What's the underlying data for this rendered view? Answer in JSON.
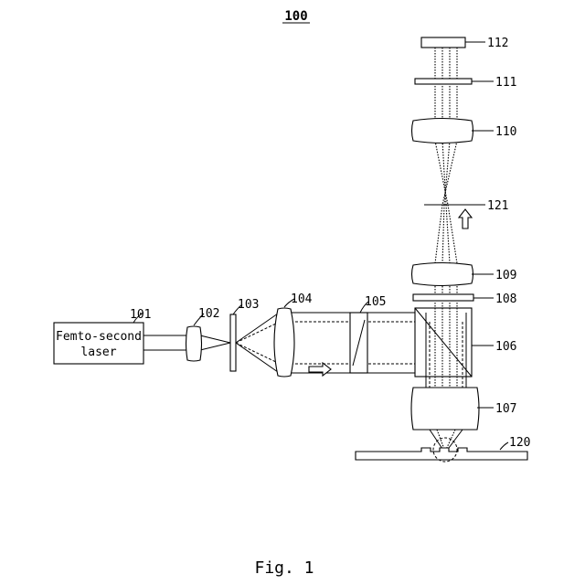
{
  "diagram": {
    "title": "100",
    "caption": "Fig. 1",
    "laser_text": [
      "Femto-second",
      "laser"
    ],
    "labels": {
      "laser": "101",
      "lens_102": "102",
      "pinhole_103": "103",
      "lens_104": "104",
      "polarizer_105": "105",
      "beam_splitter_106": "106",
      "objective_107": "107",
      "plate_108": "108",
      "lens_109": "109",
      "lens_110": "110",
      "filter_111": "111",
      "detector_112": "112",
      "sample_120": "120",
      "aperture_121": "121"
    }
  }
}
